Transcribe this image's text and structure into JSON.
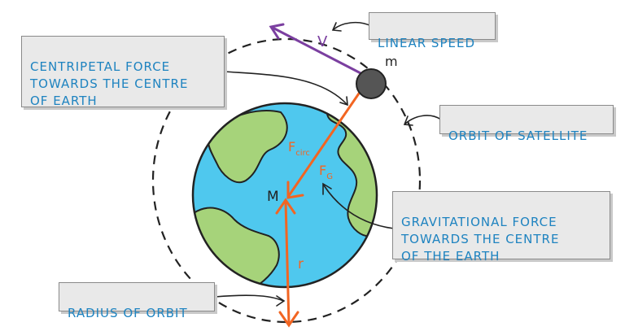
{
  "labels": {
    "linear_speed": "LINEAR SPEED",
    "centripetal_force": "CENTRIPETAL FORCE\nTOWARDS THE CENTRE\nOF EARTH",
    "orbit_of_satellite": "ORBIT OF SATELLITE",
    "gravitational_force": "GRAVITATIONAL FORCE\nTOWARDS THE CENTRE\nOF THE EARTH",
    "radius_of_orbit": "RADIUS OF ORBIT"
  },
  "symbols": {
    "velocity": "V",
    "satellite_mass": "m",
    "earth_mass": "M",
    "radius": "r",
    "f_circ_main": "F",
    "f_circ_sub": "circ",
    "f_g_main": "F",
    "f_g_sub": "G"
  },
  "colors": {
    "ocean": "#4fc8ee",
    "land": "#a6d37a",
    "outline": "#222222",
    "force_arrow": "#f26522",
    "velocity_arrow": "#7b3fa0",
    "label_text": "#1e83c0",
    "label_bg": "#e9e9e9",
    "satellite": "#555555"
  }
}
